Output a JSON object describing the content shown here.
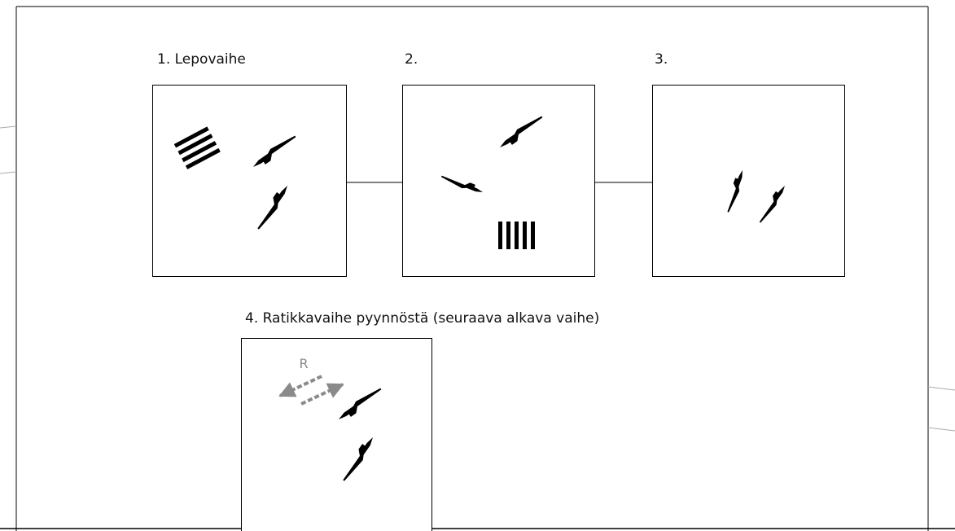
{
  "diagram": {
    "phases": [
      {
        "id": "phase-1",
        "label": "1. Lepovaihe"
      },
      {
        "id": "phase-2",
        "label": "2."
      },
      {
        "id": "phase-3",
        "label": "3."
      },
      {
        "id": "phase-4",
        "label": "4. Ratikkavaihe pyynnöstä (seuraava alkava vaihe)"
      }
    ],
    "tram_signal_letter": "R",
    "colors": {
      "stroke": "#000000",
      "tram_arrow": "#8a8a8a",
      "background": "#ffffff"
    },
    "icons": {
      "crosswalk": "crosswalk-stripes-icon",
      "vehicle_arrow": "vehicle-arrow-icon",
      "tram_arrow": "tram-dashed-arrow-icon"
    }
  }
}
